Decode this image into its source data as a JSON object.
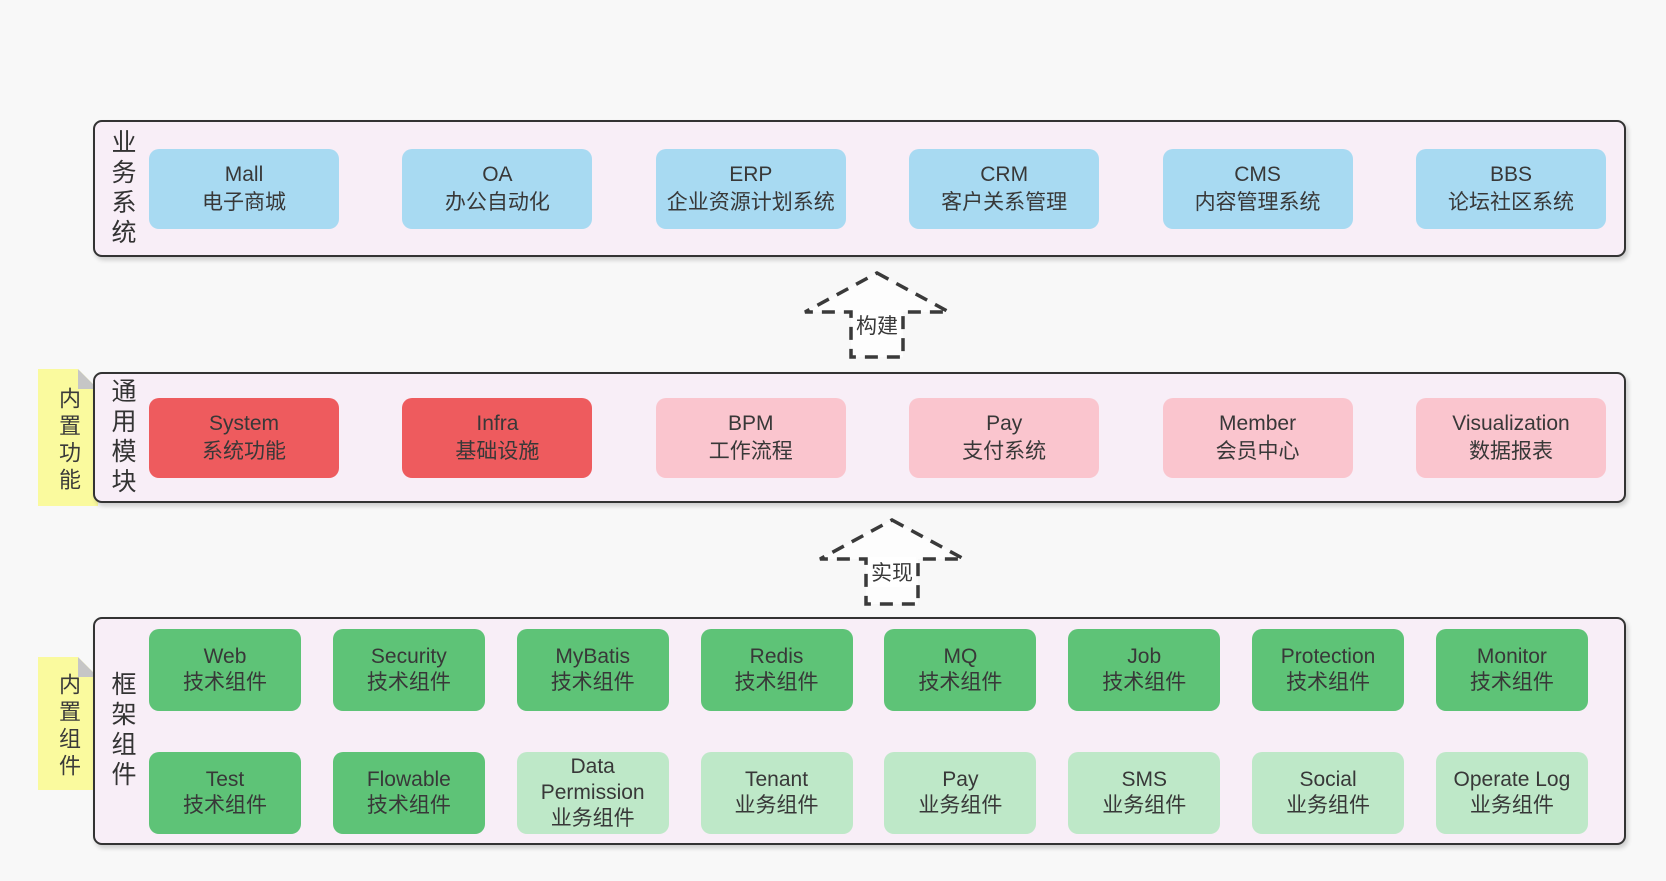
{
  "colors": {
    "panel": "#f8eef7",
    "border": "#333333",
    "blue": "#a8daf2",
    "red": "#ee5b5e",
    "pink": "#fac5ce",
    "green": "#5ec377",
    "green_light": "#bee8c8",
    "yellow": "#fafa9e",
    "page_bg": "#f8f8f8"
  },
  "stickies": [
    {
      "label": "内置功能"
    },
    {
      "label": "内置组件"
    }
  ],
  "arrows": [
    {
      "label": "构建"
    },
    {
      "label": "实现"
    }
  ],
  "panels": {
    "business": {
      "side_label": "业务系统",
      "boxes": [
        {
          "title": "Mall",
          "subtitle": "电子商城"
        },
        {
          "title": "OA",
          "subtitle": "办公自动化"
        },
        {
          "title": "ERP",
          "subtitle": "企业资源计划系统"
        },
        {
          "title": "CRM",
          "subtitle": "客户关系管理"
        },
        {
          "title": "CMS",
          "subtitle": "内容管理系统"
        },
        {
          "title": "BBS",
          "subtitle": "论坛社区系统"
        }
      ]
    },
    "modules": {
      "side_label": "通用模块",
      "boxes": [
        {
          "title": "System",
          "subtitle": "系统功能"
        },
        {
          "title": "Infra",
          "subtitle": "基础设施"
        },
        {
          "title": "BPM",
          "subtitle": "工作流程"
        },
        {
          "title": "Pay",
          "subtitle": "支付系统"
        },
        {
          "title": "Member",
          "subtitle": "会员中心"
        },
        {
          "title": "Visualization",
          "subtitle": "数据报表"
        }
      ]
    },
    "components": {
      "side_label": "框架组件",
      "rows": [
        [
          {
            "title": "Web",
            "subtitle": "技术组件"
          },
          {
            "title": "Security",
            "subtitle": "技术组件"
          },
          {
            "title": "MyBatis",
            "subtitle": "技术组件"
          },
          {
            "title": "Redis",
            "subtitle": "技术组件"
          },
          {
            "title": "MQ",
            "subtitle": "技术组件"
          },
          {
            "title": "Job",
            "subtitle": "技术组件"
          },
          {
            "title": "Protection",
            "subtitle": "技术组件"
          },
          {
            "title": "Monitor",
            "subtitle": "技术组件"
          }
        ],
        [
          {
            "title": "Test",
            "subtitle": "技术组件"
          },
          {
            "title": "Flowable",
            "subtitle": "技术组件"
          },
          {
            "title": "Data Permission",
            "subtitle": "业务组件"
          },
          {
            "title": "Tenant",
            "subtitle": "业务组件"
          },
          {
            "title": "Pay",
            "subtitle": "业务组件"
          },
          {
            "title": "SMS",
            "subtitle": "业务组件"
          },
          {
            "title": "Social",
            "subtitle": "业务组件"
          },
          {
            "title": "Operate Log",
            "subtitle": "业务组件"
          }
        ]
      ]
    }
  }
}
